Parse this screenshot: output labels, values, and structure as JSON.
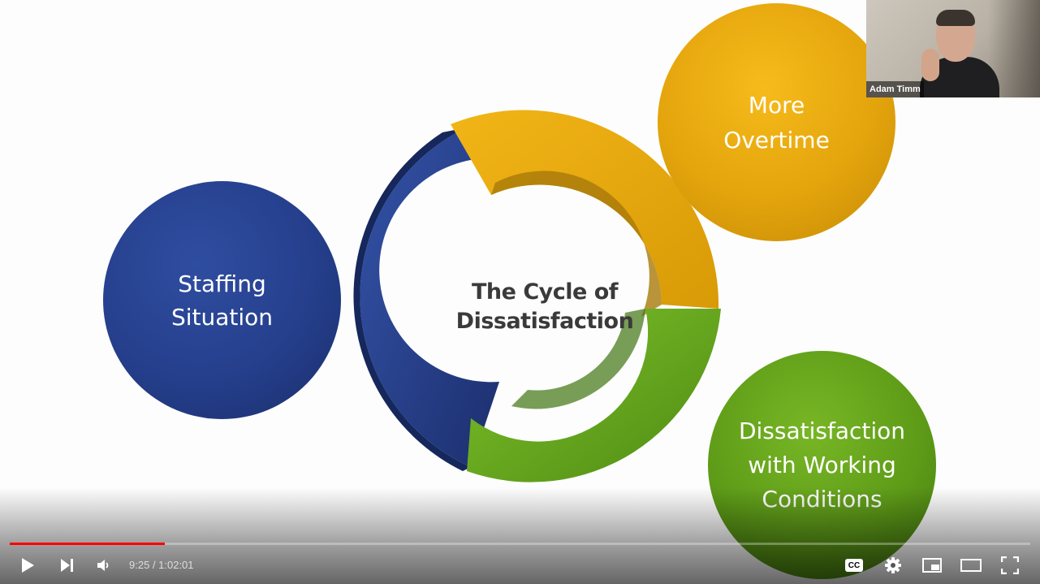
{
  "slide": {
    "left_circle_text": "Staffing\nSituation",
    "top_right_circle_text": "More\nOvertime",
    "bottom_right_circle_text": "Dissatisfaction\nwith Working\nConditions",
    "cycle_title": "The Cycle of\nDissatisfaction",
    "colors": {
      "blue": "#253f8c",
      "gold": "#e3a40c",
      "green": "#5e9c18"
    }
  },
  "webcam": {
    "name": "Adam Timm"
  },
  "player": {
    "time_display": "9:25 / 1:02:01",
    "progress_fraction": 0.152,
    "icons": {
      "play": "play-icon",
      "next": "next-icon",
      "volume": "volume-icon",
      "captions": "captions-icon",
      "settings": "gear-icon",
      "miniplayer": "miniplayer-icon",
      "theater": "theater-icon",
      "fullscreen": "fullscreen-icon"
    },
    "captions_label": "CC"
  }
}
